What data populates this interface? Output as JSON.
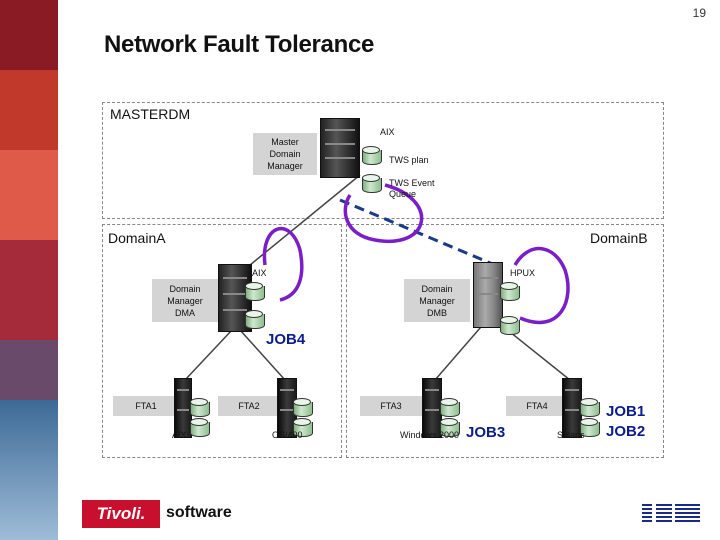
{
  "page_number": "19",
  "title": "Network Fault Tolerance",
  "masterdm": {
    "label": "MASTERDM",
    "manager_label": "Master Domain Manager",
    "os": "AIX",
    "plan": "TWS plan",
    "event_queue": "TWS Event Queue"
  },
  "domain_a": {
    "label": "DomainA",
    "manager_label": "Domain Manager DMA",
    "os": "AIX",
    "job": "JOB4",
    "agents": [
      {
        "name": "FTA1",
        "os": "AIX"
      },
      {
        "name": "FTA2",
        "os": "OS/400"
      }
    ]
  },
  "domain_b": {
    "label": "DomainB",
    "manager_label": "Domain Manager DMB",
    "os": "HPUX",
    "agents": [
      {
        "name": "FTA3",
        "os": "Windows 2000",
        "job": "JOB3"
      },
      {
        "name": "FTA4",
        "os": "Solaris",
        "jobs": "JOB1\nJOB2"
      }
    ]
  },
  "footer": {
    "brand": "Tivoli.",
    "product": "software",
    "company": "IBM"
  },
  "colors": {
    "job_text": "#0b1d8a",
    "arrow": "#7a1fc7",
    "link_dash": "#1b3a8c",
    "brand_red": "#c8102e"
  }
}
